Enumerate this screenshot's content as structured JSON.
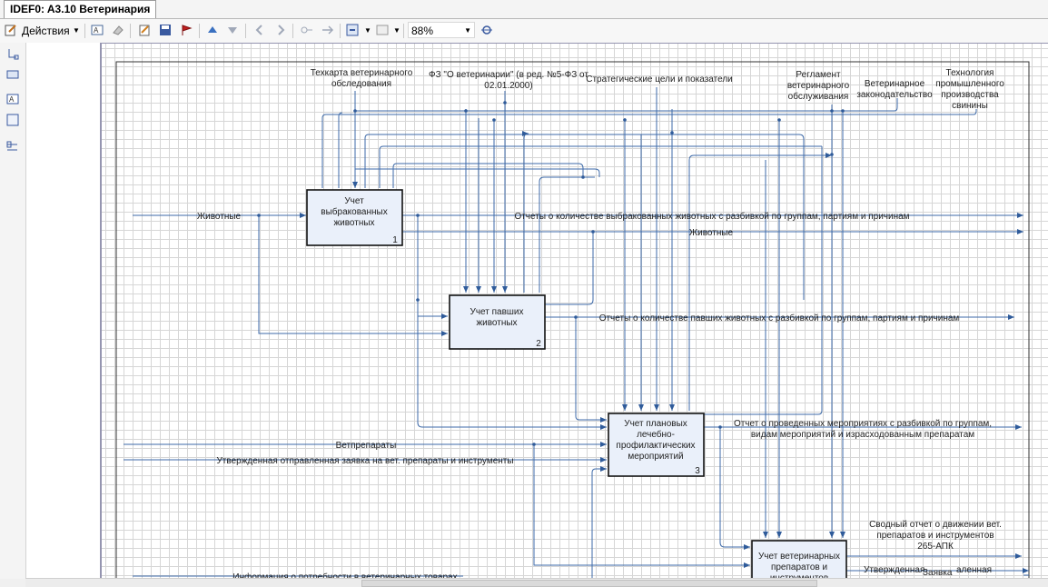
{
  "window": {
    "tab_title": "IDEF0: A3.10 Ветеринария"
  },
  "toolbar": {
    "actions_label": "Действия",
    "zoom": "88%"
  },
  "diagram": {
    "boxes": [
      {
        "lines": [
          "Учет",
          "выбракованных",
          "животных"
        ],
        "number": "1"
      },
      {
        "lines": [
          "Учет павших",
          "животных"
        ],
        "number": "2"
      },
      {
        "lines": [
          "Учет плановых",
          "лечебно-",
          "профилактических",
          "мероприятий"
        ],
        "number": "3"
      },
      {
        "lines": [
          "Учет ветеринарных",
          "препаратов и",
          "инструментов"
        ],
        "number": ""
      }
    ],
    "controls": {
      "tech_map": [
        "Техкарта ветеринарного",
        "обследования"
      ],
      "fz_law": [
        "ФЗ \"О ветеринарии\" (в ред. №5-ФЗ от",
        "02.01.2000)"
      ],
      "strategic": [
        "Стратегические цели и показатели"
      ],
      "regulation": [
        "Регламент",
        "ветеринарного",
        "обслуживания"
      ],
      "vet_law": [
        "Ветеринарное",
        "законодательство"
      ],
      "pig_tech": [
        "Технология",
        "промышленного",
        "производства",
        "свинины"
      ]
    },
    "inputs": {
      "animals": "Животные",
      "vet_drugs": "Ветпрепараты",
      "approved_order": "Утвержденная отправленная заявка на вет. препараты и инструменты",
      "demand_info": "Информация о потребности в ветеринарных товарах"
    },
    "outputs": {
      "culled_report": "Отчеты о количестве выбракованных животных с разбивкой по группам, партиям и причинам",
      "animals_out": "Животные",
      "dead_report": "Отчеты о количестве павших животных с разбивкой по группам, партиям и причинам",
      "measures_report": [
        "Отчет о проведенных мероприятиях с разбивкой по группам,",
        "видам мероприятий и израсходованным препаратам"
      ],
      "summary_report": [
        "Сводный отчет о движении вет.",
        "препаратов и инструментов",
        "265-АПК"
      ],
      "approved_out": "Утвержденная",
      "order_out": "Заявка",
      "sent_out": "аленная"
    }
  }
}
